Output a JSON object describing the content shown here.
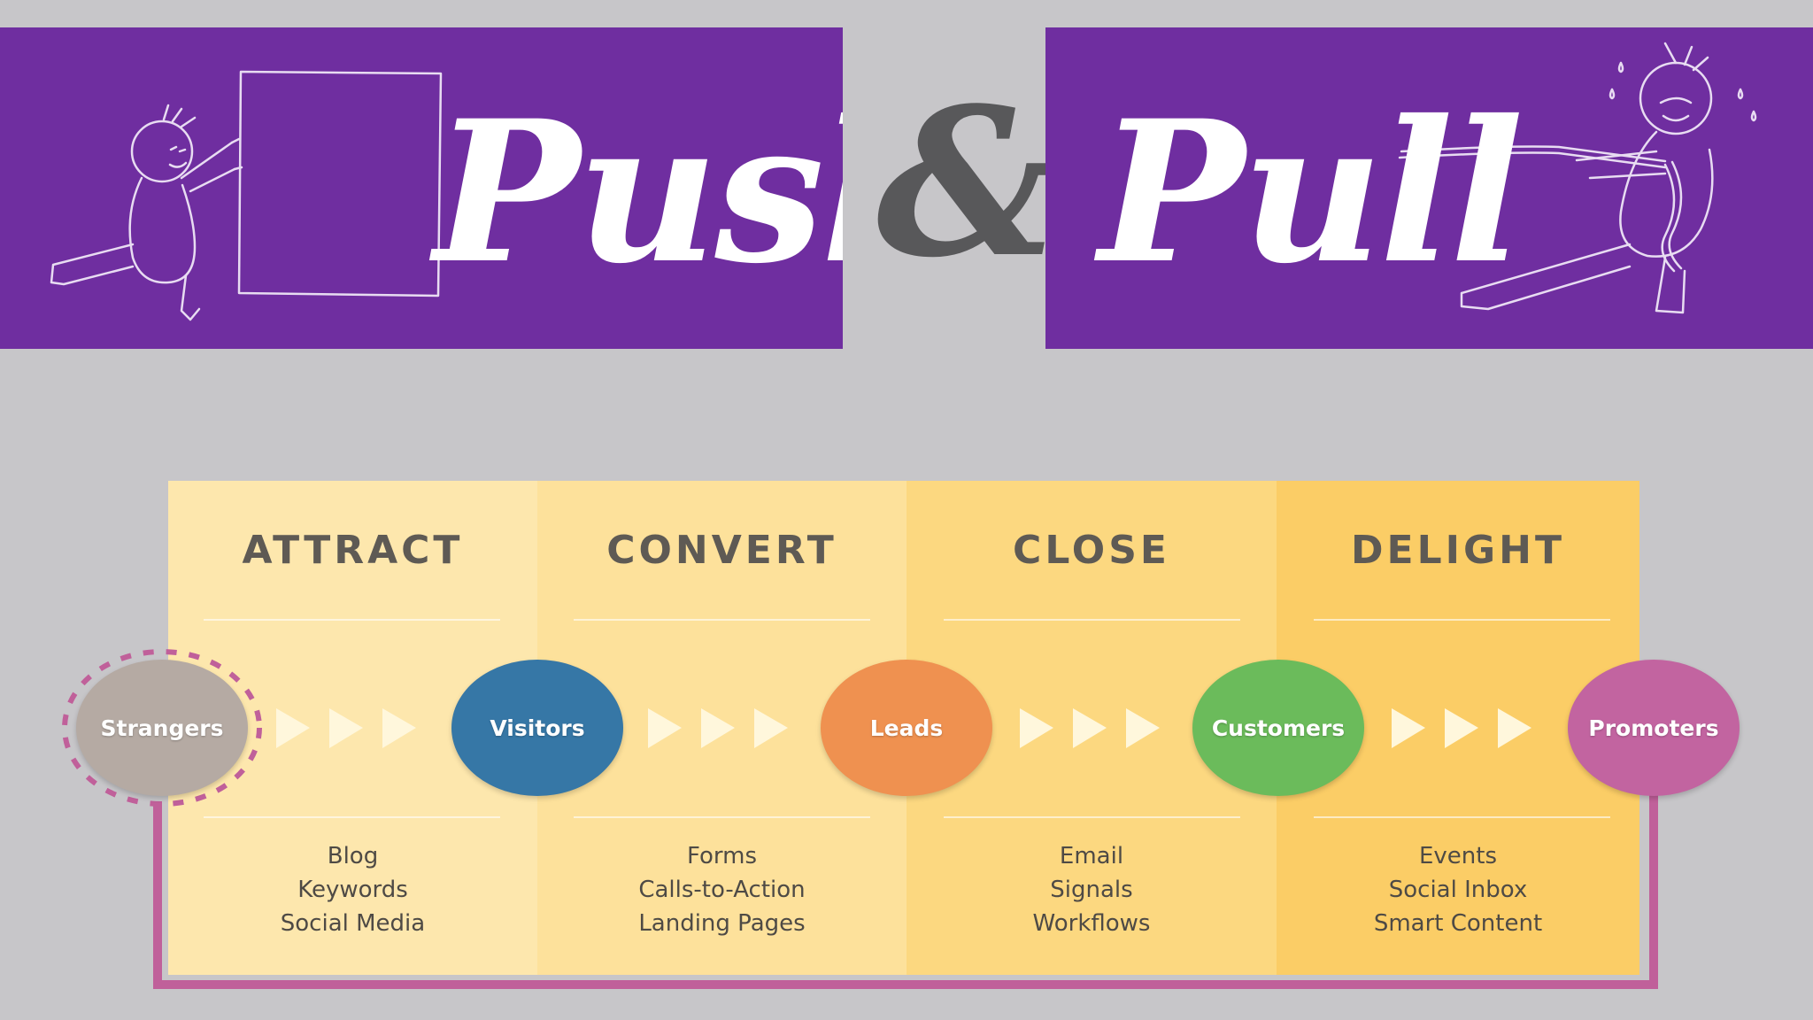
{
  "banners": {
    "push_word": "Push",
    "ampersand": "&",
    "pull_word": "Pull",
    "background_color": "#6f2ea0"
  },
  "diagram": {
    "stages": [
      {
        "title": "ATTRACT",
        "tools": [
          "Blog",
          "Keywords",
          "Social Media"
        ],
        "color": "#fde7ad"
      },
      {
        "title": "CONVERT",
        "tools": [
          "Forms",
          "Calls-to-Action",
          "Landing Pages"
        ],
        "color": "#fde19b"
      },
      {
        "title": "CLOSE",
        "tools": [
          "Email",
          "Signals",
          "Workflows"
        ],
        "color": "#fcd880"
      },
      {
        "title": "DELIGHT",
        "tools": [
          "Events",
          "Social Inbox",
          "Smart Content"
        ],
        "color": "#fbcd66"
      }
    ],
    "nodes": [
      {
        "label": "Strangers",
        "color": "#b5aaa3"
      },
      {
        "label": "Visitors",
        "color": "#3677a6"
      },
      {
        "label": "Leads",
        "color": "#ef9150"
      },
      {
        "label": "Customers",
        "color": "#6bbb5b"
      },
      {
        "label": "Promoters",
        "color": "#c264a0"
      }
    ],
    "loop_color": "#c0609a",
    "arrow_color": "#fff7dc"
  }
}
